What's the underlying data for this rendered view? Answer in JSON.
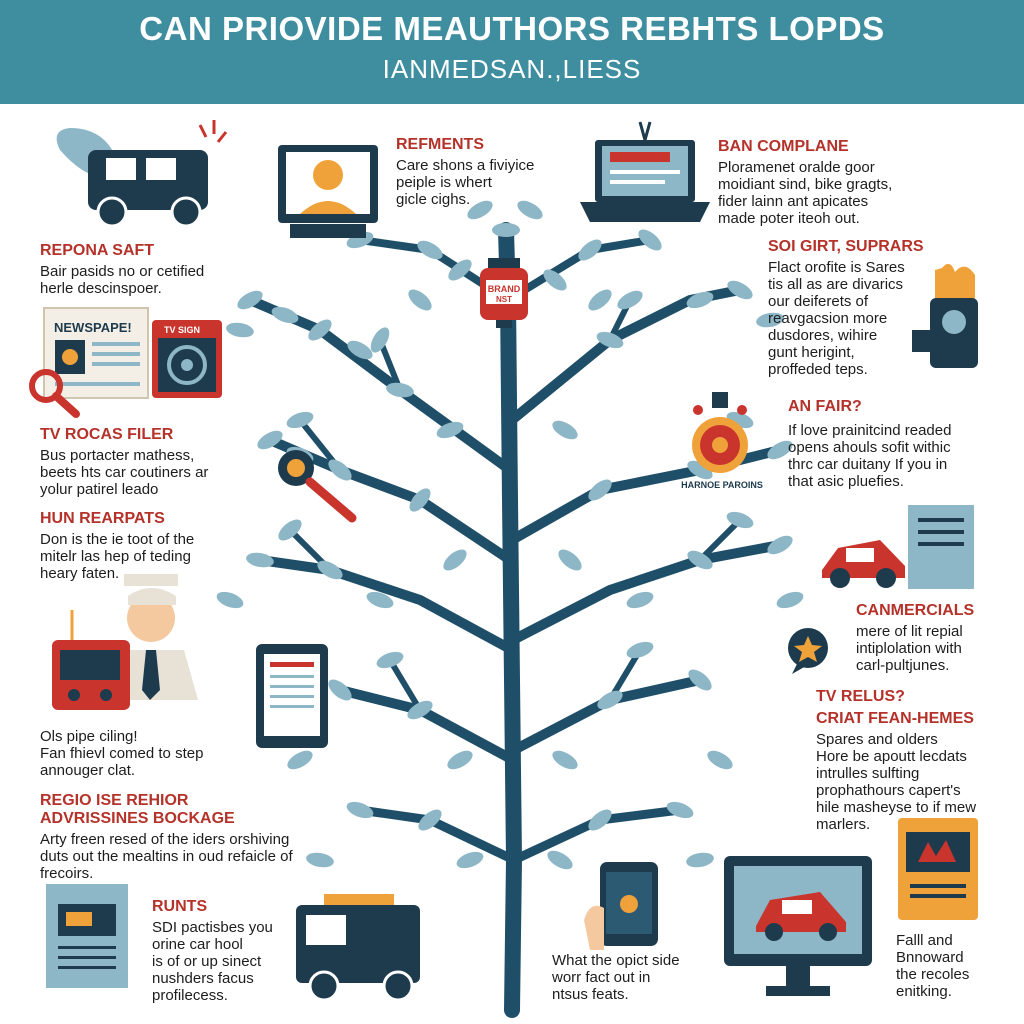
{
  "title": "CAN PRIOVIDE MEAUTHORS REBHTS LOPDS",
  "subtitle": "IANMEDSAN.,LIESS",
  "labels": {
    "newspaper": "NEWSPAPE!",
    "tv_sign": "TV SIGN",
    "brand": "BRAND",
    "brand2": "NST",
    "badge": "HARNOE PAROINS"
  },
  "colors": {
    "header": "#3f8ea0",
    "heading": "#b5322a",
    "trunk": "#1f4f68",
    "leaf": "#8db7c6",
    "navy": "#1e3a4d",
    "red": "#c9342d",
    "orange": "#f0a23a"
  },
  "sections": {
    "s1": {
      "heading": "REFMENTS",
      "lines": [
        "Care shons a fiviyice",
        "peiple is whert",
        "gicle cighs."
      ]
    },
    "s2": {
      "heading": "BAN COMPLANE",
      "lines": [
        "Ploramenet oralde goor",
        "moidiant sind, bike gragts,",
        "fider lainn ant apicates",
        "made poter iteoh out."
      ]
    },
    "s3": {
      "heading": "REPONA SAFT",
      "lines": [
        "Bair pasids no or cetified",
        "herle descinspoer."
      ]
    },
    "s4": {
      "heading": "SOI GIRT, SUPRARS",
      "lines": [
        "Flact orofite is Sares",
        "tis all as are divarics",
        "our deiferets of",
        "reavgacsion more",
        "dusdores, wihire",
        "gunt herigint,",
        "proffeded teps."
      ]
    },
    "s5": {
      "heading": "TV ROCAS FILER",
      "lines": [
        "Bus portacter mathess,",
        "beets hts car coutiners ar",
        "yolur patirel leado"
      ]
    },
    "s6": {
      "heading": "AN FAIR?",
      "lines": [
        "If love prainitcind readed",
        "opens ahouls sofit withic",
        "thrc car duitany If you in",
        "that asic pluefies."
      ]
    },
    "s7": {
      "heading": "HUN REARPATS",
      "lines": [
        "Don is the ie toot of the",
        "mitelr las hep of teding",
        "heary faten."
      ]
    },
    "s8": {
      "heading": "CANMERCIALS",
      "lines": [
        "mere of lit repial",
        "intiplolation with",
        "carl-pultjunes."
      ]
    },
    "s9": {
      "lines": [
        "Ols pipe ciling!",
        "Fan fhievl comed to step",
        "annouger clat."
      ]
    },
    "s10": {
      "heading": "TV RELUS?",
      "heading2": "CRIAT FEAN-HEMES",
      "lines": [
        "Spares and olders",
        "Hore be apoutt lecdats",
        "intrulles sulfting",
        "prophathours capert's",
        "hile masheyse to if mew",
        "marlers."
      ]
    },
    "s11": {
      "heading": "REGIO ISE REHIOR",
      "heading2": "ADVRISSINES BOCKAGE",
      "lines": [
        "Arty freen resed of the iders orshiving",
        "duts out the mealtins in oud refaicle of",
        "frecoirs."
      ]
    },
    "s12": {
      "heading": "RUNTS",
      "lines": [
        "SDI pactisbes you",
        "orine car hool",
        "is of or up sinect",
        "nushders facus",
        "profilecess."
      ]
    },
    "s13": {
      "lines": [
        "What the opict side",
        "worr fact out in",
        "ntsus feats."
      ]
    },
    "s14": {
      "lines": [
        "Falll and",
        "Bnnoward",
        "the recoles",
        "enitking."
      ]
    }
  }
}
